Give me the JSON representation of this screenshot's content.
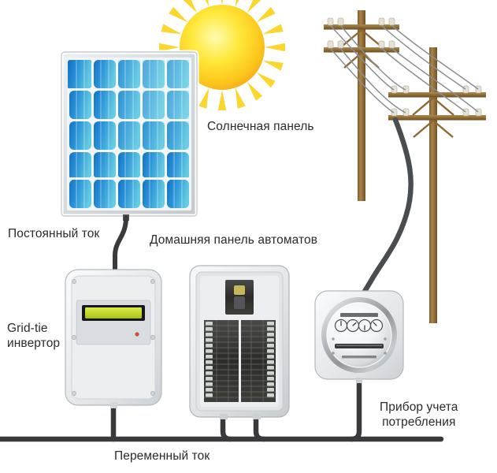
{
  "diagram": {
    "title": "Grid-tie solar power system schematic",
    "background": "#ffffff",
    "labels": {
      "solar_panel": "Солнечная панель",
      "dc_current": "Постоянный ток",
      "breaker_panel": "Домашняя панель автоматов",
      "inverter": "Grid-tie\nинвертор",
      "meter": "Прибор учета\nпотребления",
      "ac_current": "Переменный ток"
    },
    "colors": {
      "text": "#2b2b2b",
      "wire": "#3a3a3c",
      "panel_cell_dark": "#1878c8",
      "panel_cell_light": "#5fc8e0",
      "panel_frame": "#d8dde1",
      "sun_core": "#fff36b",
      "sun_edge": "#f7b31c",
      "sun_ray": "#fbd62f",
      "pole_wood": "#a07a40",
      "pole_wood_dark": "#7d5c2c",
      "device_body": "#e9ebec",
      "device_edge": "#bcc0c3",
      "lcd_green": "#c6d82e",
      "led_red": "#d24a3a",
      "breaker_dark": "#2f2f2f"
    },
    "components": {
      "solar_panel": {
        "name": "solar-panel",
        "cell_rows": 5,
        "cell_cols": 5
      },
      "sun": {
        "name": "sun",
        "rays": 20
      },
      "inverter": {
        "name": "grid-tie-inverter",
        "screws": 4,
        "has_lcd": true,
        "has_led": true
      },
      "breaker_panel": {
        "name": "home-breaker-panel",
        "main_breaker": 1,
        "breaker_rows": 14,
        "breaker_columns": 2
      },
      "electric_meter": {
        "name": "electric-meter",
        "dials": 4
      },
      "utility_poles": {
        "name": "utility-poles",
        "count": 2,
        "crossarms": 4
      }
    },
    "wires": [
      {
        "name": "dc-cable-panel-to-inverter",
        "type": "dc"
      },
      {
        "name": "service-drop-pole-to-meter",
        "type": "service"
      },
      {
        "name": "ac-bus-line",
        "type": "ac"
      },
      {
        "name": "inverter-to-ac-bus",
        "type": "ac"
      },
      {
        "name": "breaker-panel-to-ac-bus-left",
        "type": "ac"
      },
      {
        "name": "breaker-panel-to-ac-bus-right",
        "type": "ac"
      },
      {
        "name": "meter-to-ac-bus",
        "type": "ac"
      }
    ]
  }
}
